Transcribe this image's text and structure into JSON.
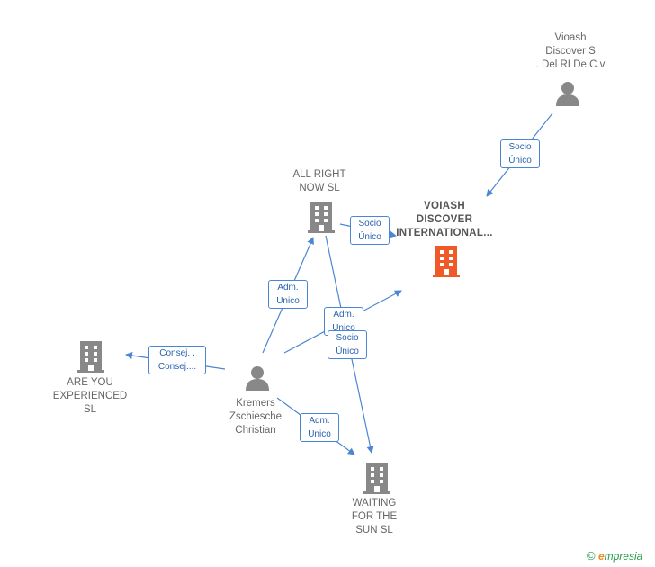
{
  "nodes": {
    "vioash_sa": {
      "label": "Vioash\nDiscover S\n.  Del RI De C.v",
      "kind": "person"
    },
    "all_right": {
      "label": "ALL RIGHT\nNOW  SL",
      "kind": "company"
    },
    "voiash_intl": {
      "label": "VOIASH\nDISCOVER\nINTERNATIONAL...",
      "kind": "company-main"
    },
    "are_you": {
      "label": "ARE YOU\nEXPERIENCED\nSL",
      "kind": "company"
    },
    "kremers": {
      "label": "Kremers\nZschiesche\nChristian",
      "kind": "person"
    },
    "waiting": {
      "label": "WAITING\nFOR THE\nSUN  SL",
      "kind": "company"
    }
  },
  "edges": {
    "e1": {
      "label": "Socio\nÚnico"
    },
    "e2": {
      "label": "Socio\nÚnico"
    },
    "e3": {
      "label": "Adm.\nUnico"
    },
    "e4": {
      "label": "Adm.\nUnico"
    },
    "e5": {
      "label": "Socio\nÚnico"
    },
    "e6": {
      "label": "Consej. ,\nConsej...."
    },
    "e7": {
      "label": "Adm.\nUnico"
    }
  },
  "colors": {
    "edge": "#4a86d4",
    "node": "#888888",
    "main_node": "#f05a28"
  },
  "brand": {
    "copyright": "©",
    "e": "e",
    "name": "mpresia"
  }
}
